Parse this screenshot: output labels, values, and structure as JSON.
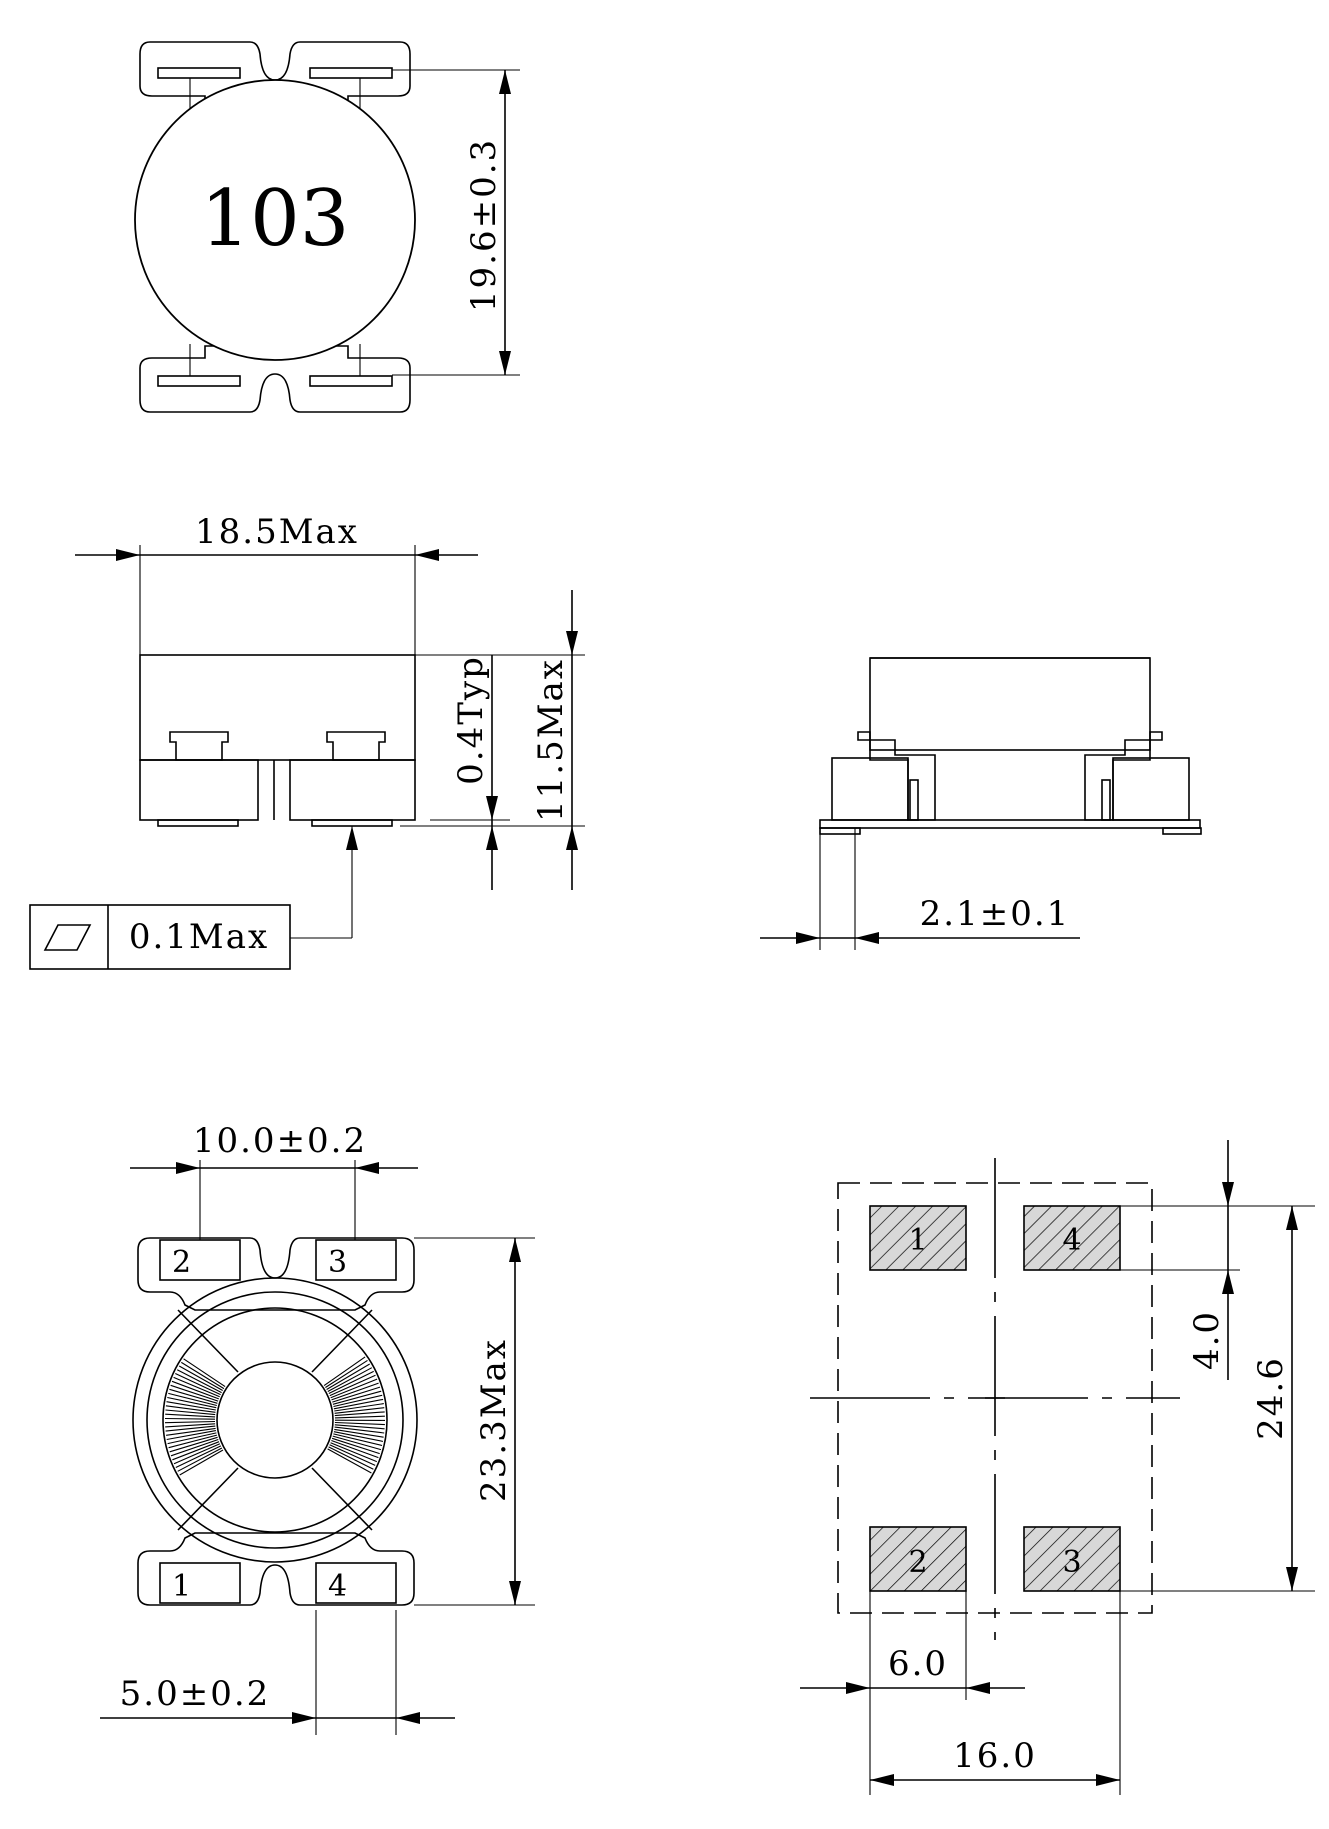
{
  "top_view": {
    "marking": "103",
    "height_dim": "19.6±0.3"
  },
  "side_view": {
    "width_dim": "18.5Max",
    "standoff_dim": "0.4Typ",
    "height_dim": "11.5Max",
    "coplanarity": "0.1Max"
  },
  "end_view": {
    "terminal_dim": "2.1±0.1"
  },
  "bottom_view": {
    "pitch_dim": "10.0±0.2",
    "length_dim": "23.3Max",
    "pad_width_dim": "5.0±0.2",
    "pins": [
      "1",
      "2",
      "3",
      "4"
    ]
  },
  "land_pattern": {
    "pad_height_dim": "4.0",
    "overall_height_dim": "24.6",
    "pad_width_dim": "6.0",
    "overall_width_dim": "16.0",
    "pads": [
      "1",
      "2",
      "3",
      "4"
    ]
  }
}
